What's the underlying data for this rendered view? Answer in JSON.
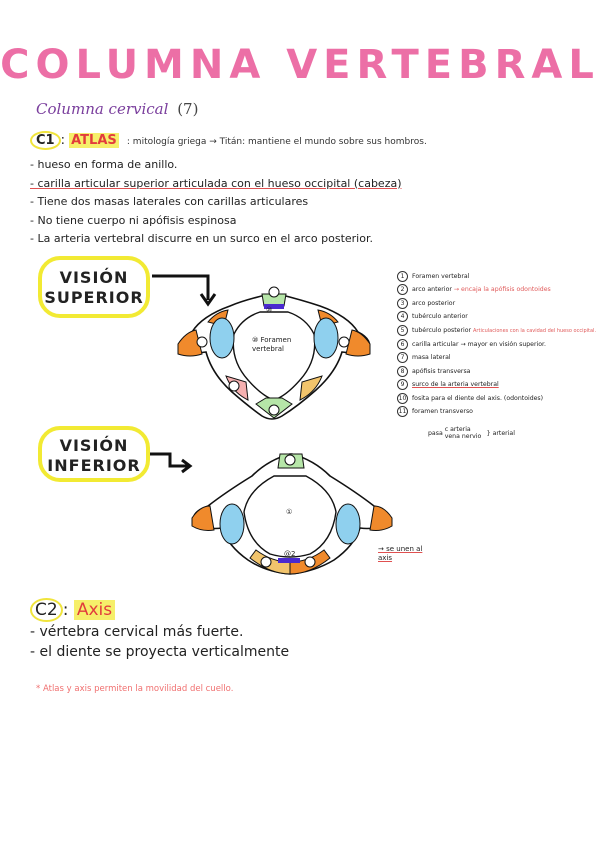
{
  "title": "COLUMNA VERTEBRAL",
  "subtitle": "Columna cervical",
  "subtitle_count": "(7)",
  "c1": {
    "label": "C1",
    "colon": ":",
    "name": "ATLAS",
    "etymology": ": mitología griega → Titán: mantiene el mundo sobre sus hombros.",
    "bullets": [
      "hueso en forma de anillo.",
      "carilla articular superior articulada con el hueso occipital (cabeza)",
      "Tiene dos masas laterales con carillas articulares",
      "No tiene cuerpo ni apófisis espinosa",
      "La arteria vertebral discurre en un surco en el arco posterior."
    ]
  },
  "vision_superior": "VISIÓN SUPERIOR",
  "vision_inferior": "VISIÓN INFERIOR",
  "diagram_labels": {
    "foramen": "⑩ Foramen vertebral",
    "sup_center": "⑩",
    "inf_center": "①",
    "inf_bottom": "@2",
    "side_note": "→ se unen al axis"
  },
  "legend": [
    {
      "n": "1",
      "text": "Foramen vertebral",
      "note": ""
    },
    {
      "n": "2",
      "text": "arco anterior",
      "note": "→ encaja la apófisis odontoides"
    },
    {
      "n": "3",
      "text": "arco posterior",
      "note": ""
    },
    {
      "n": "4",
      "text": "tubérculo anterior",
      "note": ""
    },
    {
      "n": "5",
      "text": "tubérculo posterior",
      "note": "Articulaciones con la cavidad del hueso occipital."
    },
    {
      "n": "6",
      "text": "carilla articular → mayor en visión superior.",
      "note": ""
    },
    {
      "n": "7",
      "text": "masa lateral",
      "note": ""
    },
    {
      "n": "8",
      "text": "apófisis transversa",
      "note": ""
    },
    {
      "n": "9",
      "text": "surco de la arteria vertebral",
      "note": ""
    },
    {
      "n": "10",
      "text": "fosita para el diente del axis. (odontoides)",
      "note": ""
    },
    {
      "n": "11",
      "text": "foramen transverso",
      "note": ""
    }
  ],
  "legend_extra": {
    "pasa": "pasa",
    "items": "c  arteria  vena  nervio",
    "result": "arterial"
  },
  "c2": {
    "label": "C2",
    "colon": ":",
    "name": "Axis",
    "bullets": [
      "vértebra cervical más fuerte.",
      "el diente se proyecta verticalmente"
    ]
  },
  "footnote": "*  Atlas y axis permiten la movilidad del cuello.",
  "colors": {
    "title": "#ec6fa6",
    "highlight": "#f2ea33",
    "orange": "#f08a2c",
    "blue": "#8fd0ee",
    "green": "#b6e6a8",
    "red_text": "#e05a5a",
    "purple": "#7a3e9d"
  }
}
